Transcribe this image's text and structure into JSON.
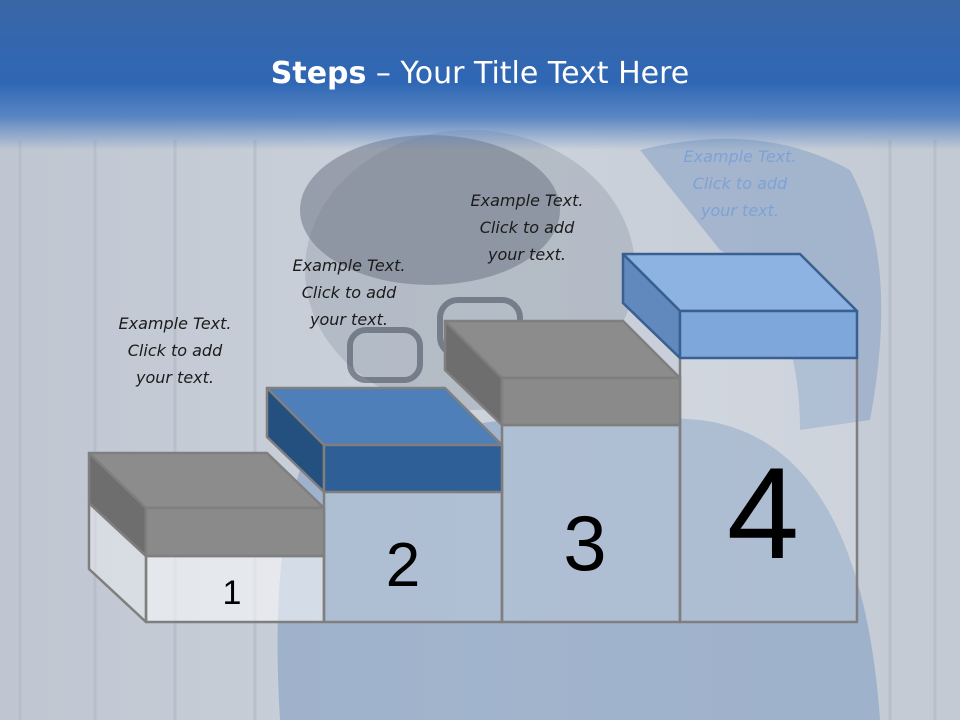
{
  "slide": {
    "title_bold": "Steps",
    "title_rest": " – Your Title Text Here"
  },
  "steps": [
    {
      "number": "1",
      "caption": [
        "Example Text.",
        "Click  to add",
        "your text."
      ]
    },
    {
      "number": "2",
      "caption": [
        "Example Text.",
        "Click  to add",
        "your text."
      ]
    },
    {
      "number": "3",
      "caption": [
        "Example Text.",
        "Click  to add",
        "your text."
      ]
    },
    {
      "number": "4",
      "caption": [
        "Example Text.",
        "Click  to add",
        "your text."
      ]
    }
  ],
  "colors": {
    "header_blue": "#2f67b5",
    "block_gray": "#8c8c8c",
    "block_dark_blue": "#2e5f97",
    "block_light_blue": "#8db3e2",
    "outline": "#7f7f7f"
  }
}
